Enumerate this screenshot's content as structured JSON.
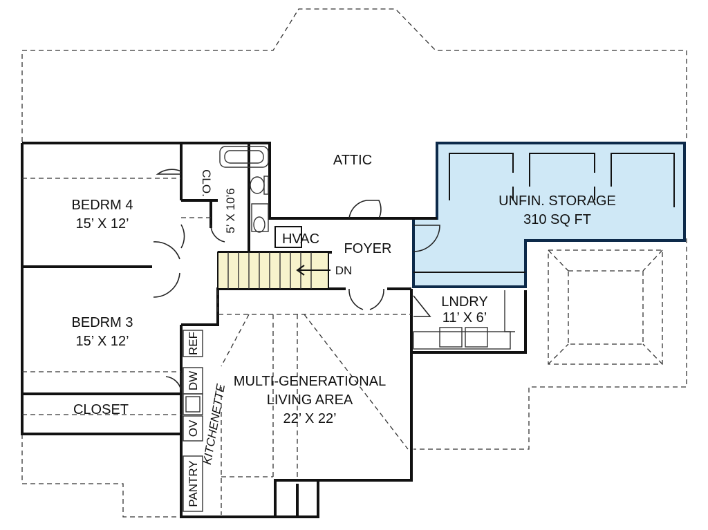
{
  "rooms": {
    "attic": "ATTIC",
    "bedroom4": {
      "name": "BEDRM 4",
      "size": "15’ X 12’"
    },
    "bedroom3": {
      "name": "BEDRM 3",
      "size": "15’ X 12’"
    },
    "closet": "CLOSET",
    "clo": "CLO.",
    "bath": "5’ X 10’6",
    "hvac": "HVAC",
    "foyer": "FOYER",
    "stairs": "DN",
    "storage": {
      "name": "UNFIN. STORAGE",
      "size": "310 SQ FT"
    },
    "laundry": {
      "name": "LNDRY",
      "size": "11’ X 6’"
    },
    "living": {
      "line1": "MULTI-GENERATIONAL",
      "line2": "LIVING AREA",
      "size": "22’ X 22’"
    },
    "kitchenette": "KITCHENETTE",
    "ref": "REF",
    "dw": "DW",
    "ov": "OV",
    "pantry": "PANTRY"
  },
  "colors": {
    "storage_fill": "#cfe8f6",
    "storage_wall": "#0d2a4a",
    "stair_fill": "#f7f3cc",
    "wall": "#111111"
  }
}
